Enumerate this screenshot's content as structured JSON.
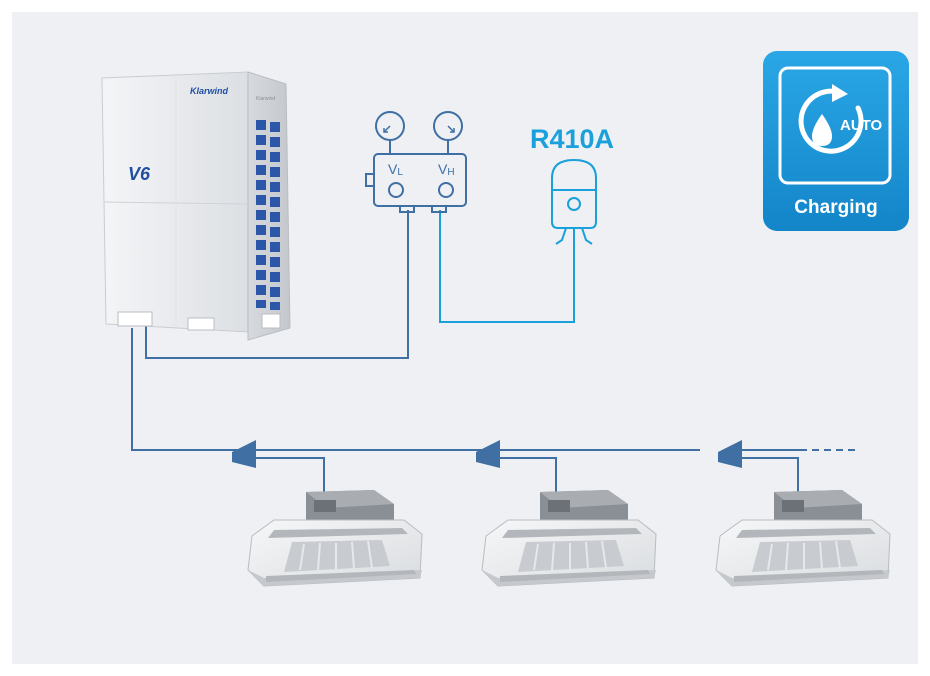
{
  "outdoor_unit": {
    "brand": "Klarwind",
    "model_badge": "V6",
    "brand_small": "Klarwind"
  },
  "manifold": {
    "low_label": "V",
    "low_sub": "L",
    "high_label": "V",
    "high_sub": "H"
  },
  "refrigerant": {
    "label": "R410A"
  },
  "badge": {
    "auto_label": "AUTO",
    "title": "Charging"
  },
  "colors": {
    "background": "#eef0f4",
    "pipe": "#3f6fa3",
    "accent": "#1aa0db",
    "badge_bg": "#1990d1"
  }
}
